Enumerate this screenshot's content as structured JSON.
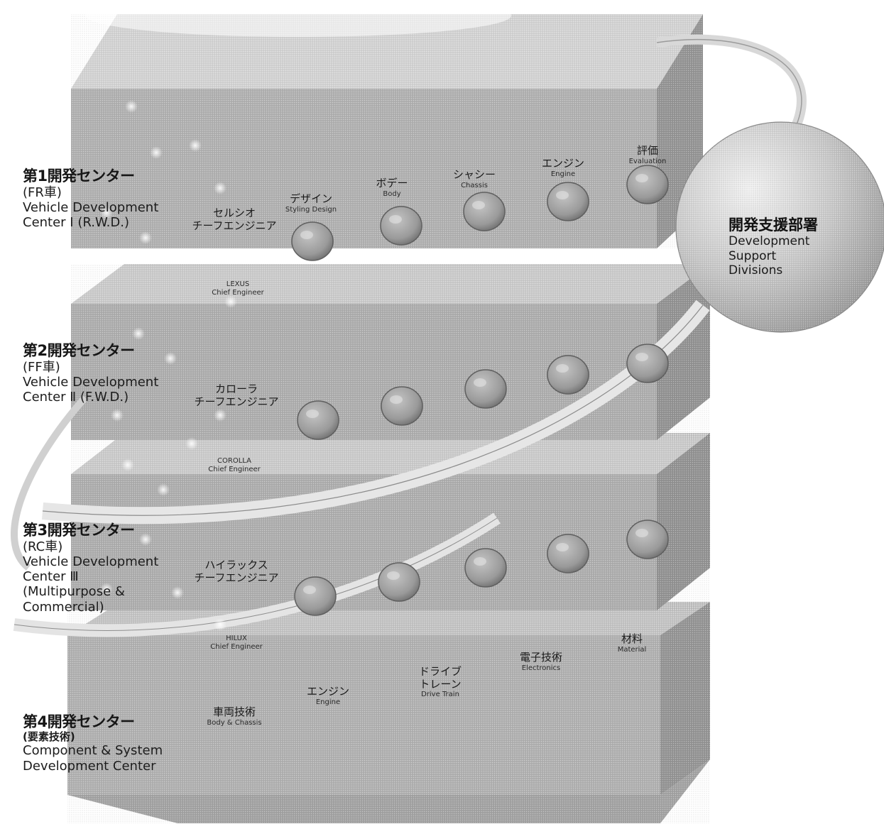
{
  "colors": {
    "block_top": "#cfcfcf",
    "block_face": "#a8a8a8",
    "block_side": "#8f8f8f",
    "sphere_light": "#e8e8e8",
    "sphere_dark": "#a9a9a9",
    "text": "#111111"
  },
  "centers": [
    {
      "title_jp": "第1開発センター",
      "subtitle_jp": "(FR車)",
      "name_en": [
        "Vehicle Development",
        "Center Ⅰ (R.W.D.)"
      ],
      "chief_engineer": {
        "jp": [
          "セルシオ",
          "チーフエンジニア"
        ],
        "en": [
          "LEXUS",
          "Chief Engineer"
        ]
      },
      "sections": [
        {
          "jp": [
            "デザイン"
          ],
          "en": "Styling Design"
        },
        {
          "jp": [
            "ボデー"
          ],
          "en": "Body"
        },
        {
          "jp": [
            "シャシー"
          ],
          "en": "Chassis"
        },
        {
          "jp": [
            "エンジン"
          ],
          "en": "Engine"
        },
        {
          "jp": [
            "評価"
          ],
          "en": "Evaluation"
        }
      ]
    },
    {
      "title_jp": "第2開発センター",
      "subtitle_jp": "(FF車)",
      "name_en": [
        "Vehicle Development",
        "Center Ⅱ (F.W.D.)"
      ],
      "chief_engineer": {
        "jp": [
          "カローラ",
          "チーフエンジニア"
        ],
        "en": [
          "COROLLA",
          "Chief Engineer"
        ]
      },
      "sections": []
    },
    {
      "title_jp": "第3開発センター",
      "subtitle_jp": "(RC車)",
      "name_en": [
        "Vehicle Development",
        "Center Ⅲ",
        "(Multipurpose &",
        "Commercial)"
      ],
      "chief_engineer": {
        "jp": [
          "ハイラックス",
          "チーフエンジニア"
        ],
        "en": [
          "HILUX",
          "Chief Engineer"
        ]
      },
      "sections": []
    },
    {
      "title_jp": "第4開発センター",
      "subtitle_jp": "(要素技術)",
      "name_en": [
        "Component & System",
        "Development Center"
      ],
      "chief_engineer": null,
      "sections": [
        {
          "jp": [
            "車両技術"
          ],
          "en": "Body & Chassis"
        },
        {
          "jp": [
            "エンジン"
          ],
          "en": "Engine"
        },
        {
          "jp": [
            "ドライブ",
            "トレーン"
          ],
          "en": "Drive Train"
        },
        {
          "jp": [
            "電子技術"
          ],
          "en": "Electronics"
        },
        {
          "jp": [
            "材料"
          ],
          "en": "Material"
        }
      ]
    }
  ],
  "support": {
    "title_jp": "開発支援部署",
    "name_en": [
      "Development",
      "Support",
      "Divisions"
    ]
  }
}
